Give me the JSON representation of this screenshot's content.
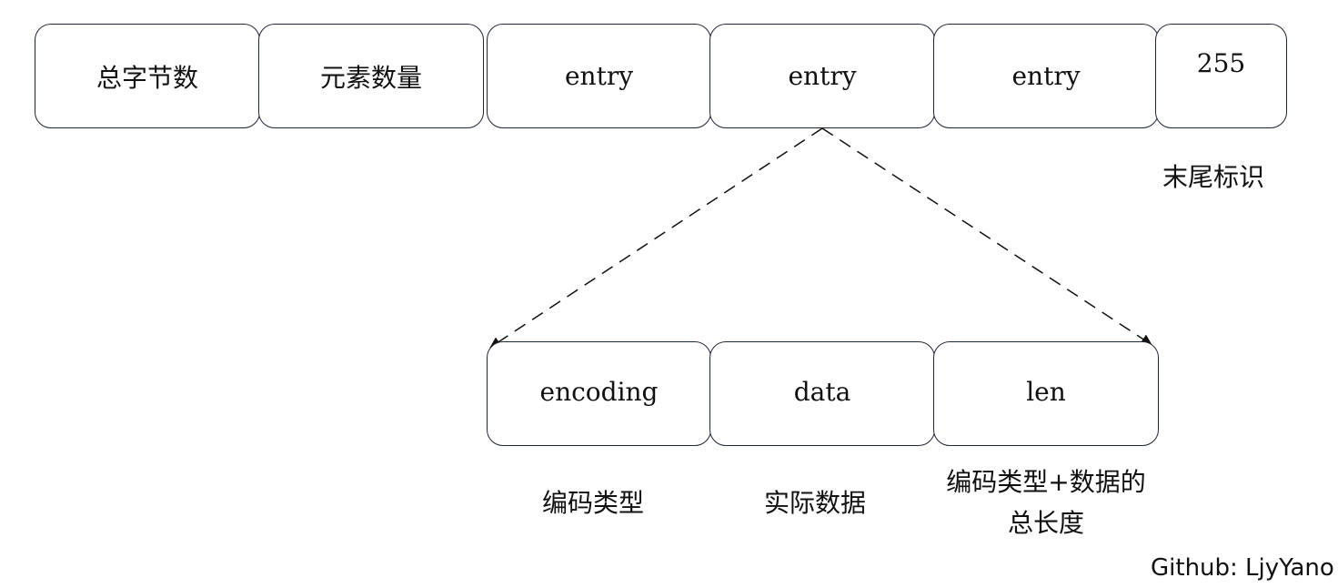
{
  "top_row": [
    "总字节数",
    "元素数量",
    "entry",
    "entry",
    "entry",
    "255"
  ],
  "end_marker_label": "末尾标识",
  "entry_fields": [
    "encoding",
    "data",
    "len"
  ],
  "entry_field_captions": {
    "encoding": "编码类型",
    "data": "实际数据",
    "len_line1": "编码类型+数据的",
    "len_line2": "总长度"
  },
  "credit": "Github: LjyYano",
  "colors": {
    "stroke": "#1f2637",
    "text": "#111111"
  }
}
